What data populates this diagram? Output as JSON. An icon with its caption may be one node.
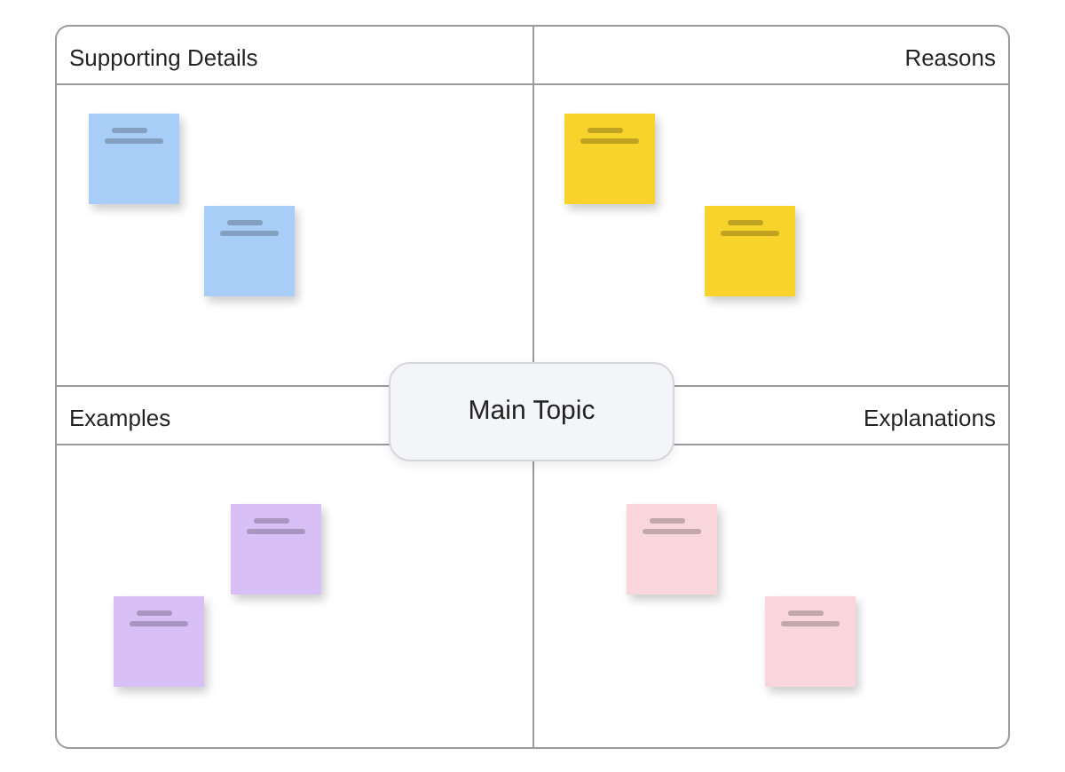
{
  "diagram": {
    "nodes": [
      {
        "text": [
          "Supporting Details"
        ]
      },
      {
        "text": [],
        "shape": "box",
        "in": 0
      },
      {
        "text": [],
        "shape": "box",
        "in": 0
      },
      {
        "text": [
          "Reasons"
        ]
      },
      {
        "text": [],
        "shape": "box",
        "in": 3
      },
      {
        "text": [],
        "shape": "box",
        "in": 3
      },
      {
        "text": [
          "Examples"
        ]
      },
      {
        "text": [],
        "shape": "box",
        "in": 6
      },
      {
        "text": [],
        "shape": "box",
        "in": 6
      },
      {
        "text": [
          "Explanations"
        ]
      },
      {
        "text": [],
        "shape": "box",
        "in": 9
      },
      {
        "text": [],
        "shape": "box",
        "in": 9
      },
      {
        "text": [
          "Main Topic"
        ]
      }
    ]
  }
}
